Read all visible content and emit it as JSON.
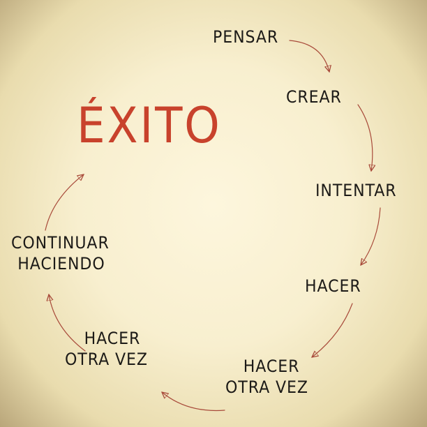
{
  "diagram": {
    "title": "ÉXITO",
    "colors": {
      "title": "#c8422c",
      "text": "#1c1a17",
      "arrow": "#a84a3a"
    },
    "nodes": [
      {
        "id": "pensar",
        "lines": [
          "PENSAR"
        ]
      },
      {
        "id": "crear",
        "lines": [
          "CREAR"
        ]
      },
      {
        "id": "intentar",
        "lines": [
          "INTENTAR"
        ]
      },
      {
        "id": "hacer",
        "lines": [
          "HACER"
        ]
      },
      {
        "id": "hacer-otra-vez-1",
        "lines": [
          "HACER",
          "OTRA VEZ"
        ]
      },
      {
        "id": "hacer-otra-vez-2",
        "lines": [
          "HACER",
          "OTRA VEZ"
        ]
      },
      {
        "id": "continuar-haciendo",
        "lines": [
          "CONTINUAR",
          "HACIENDO"
        ]
      }
    ]
  }
}
